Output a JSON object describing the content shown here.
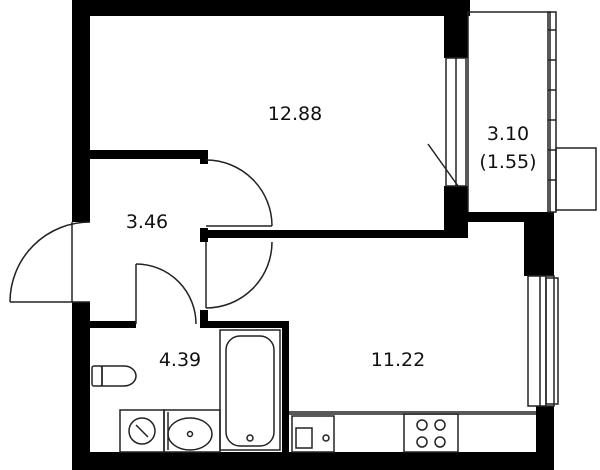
{
  "plan": {
    "rooms": [
      {
        "id": "living-room",
        "area": "12.88"
      },
      {
        "id": "balcony",
        "area": "3.10",
        "reduced_area": "(1.55)"
      },
      {
        "id": "hallway",
        "area": "3.46"
      },
      {
        "id": "bathroom",
        "area": "4.39"
      },
      {
        "id": "kitchen",
        "area": "11.22"
      }
    ],
    "colors": {
      "wall": "#000000",
      "line": "#222222",
      "background": "#ffffff"
    }
  }
}
